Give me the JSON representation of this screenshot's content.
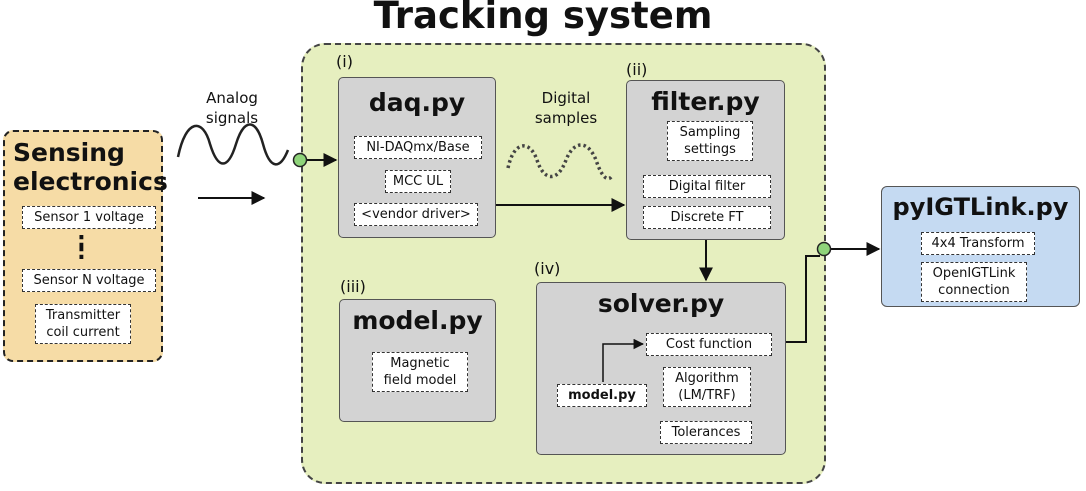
{
  "title": "Tracking system",
  "sensing": {
    "title_line1": "Sensing",
    "title_line2": "electronics",
    "items": [
      "Sensor 1 voltage",
      "Sensor N voltage"
    ],
    "ellipsis": ":",
    "coil_line1": "Transmitter",
    "coil_line2": "coil current"
  },
  "labels": {
    "analog_line1": "Analog",
    "analog_line2": "signals",
    "digital_line1": "Digital",
    "digital_line2": "samples"
  },
  "daq": {
    "roman": "(i)",
    "title": "daq.py",
    "items": [
      "NI-DAQmx/Base",
      "MCC UL",
      "<vendor driver>"
    ]
  },
  "filter": {
    "roman": "(ii)",
    "title": "filter.py",
    "sampling_line1": "Sampling",
    "sampling_line2": "settings",
    "items": [
      "Digital filter",
      "Discrete FT"
    ]
  },
  "model": {
    "roman": "(iii)",
    "title": "model.py",
    "item_line1": "Magnetic",
    "item_line2": "field model"
  },
  "solver": {
    "roman": "(iv)",
    "title": "solver.py",
    "cost": "Cost function",
    "model_ref": "model.py",
    "alg_line1": "Algorithm",
    "alg_line2": "(LM/TRF)",
    "tolerances": "Tolerances"
  },
  "igt": {
    "title": "pyIGTLink.py",
    "transform": "4x4 Transform",
    "conn_line1": "OpenIGTLink",
    "conn_line2": "connection"
  },
  "colors": {
    "tracking_bg": "#e6efbf",
    "sensing_bg": "#f6dca6",
    "igt_bg": "#c5daf2",
    "module_bg": "#d3d3d3",
    "port": "#8fd47a"
  }
}
